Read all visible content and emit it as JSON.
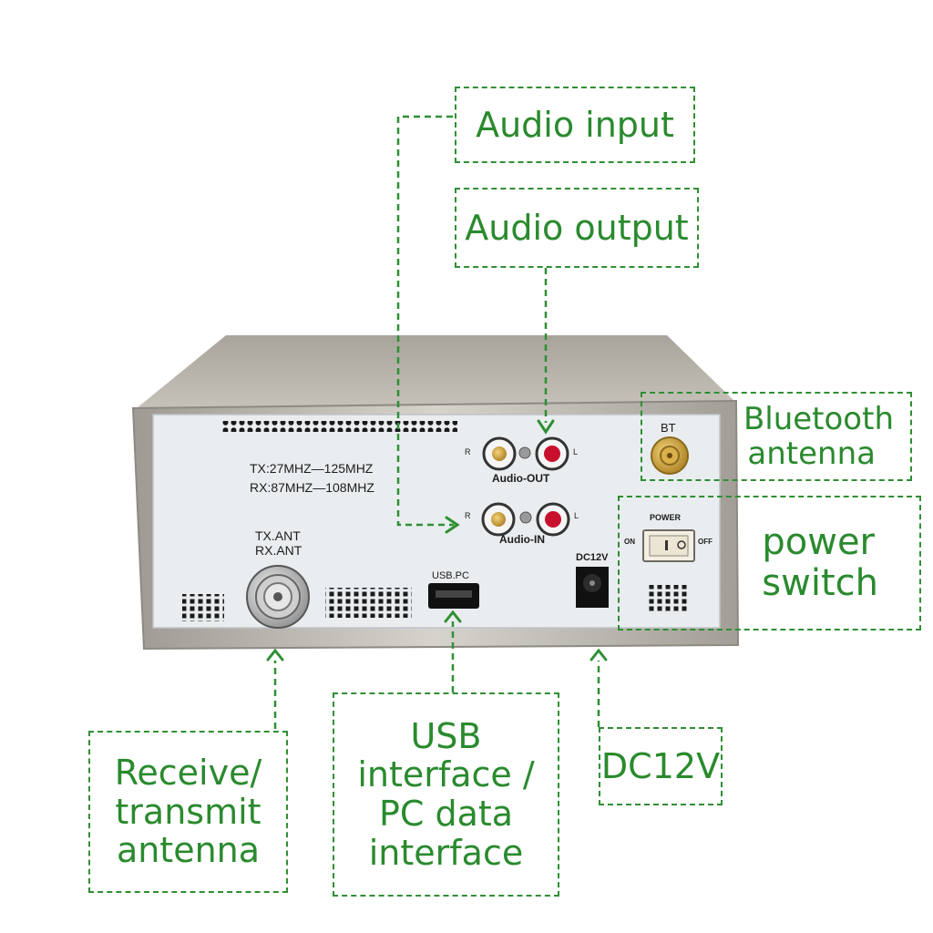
{
  "callouts": {
    "audio_input": "Audio input",
    "audio_output": "Audio output",
    "bluetooth_antenna_line1": "Bluetooth",
    "bluetooth_antenna_line2": "antenna",
    "power_switch_line1": "power",
    "power_switch_line2": "switch",
    "receive_transmit_antenna_line1": "Receive/",
    "receive_transmit_antenna_line2": "transmit",
    "receive_transmit_antenna_line3": "antenna",
    "usb_interface_line1": "USB",
    "usb_interface_line2": "interface /",
    "usb_interface_line3": "PC data",
    "usb_interface_line4": "interface",
    "dc12v": "DC12V"
  },
  "panel": {
    "tx_range": "TX:27MHZ—125MHZ",
    "rx_range": "RX:87MHZ—108MHZ",
    "tx_ant": "TX.ANT",
    "rx_ant": "RX.ANT",
    "audio_out": "Audio-OUT",
    "audio_in": "Audio-IN",
    "r": "R",
    "l": "L",
    "usb_pc": "USB.PC",
    "dc12v": "DC12V",
    "bt": "BT",
    "power": "POWER",
    "on": "ON",
    "off": "OFF"
  },
  "colors": {
    "callout_green": "#2a8a2e",
    "case_silver": "#b8b3aa",
    "panel_face": "#e9edf0",
    "rca_red": "#c8102e"
  }
}
